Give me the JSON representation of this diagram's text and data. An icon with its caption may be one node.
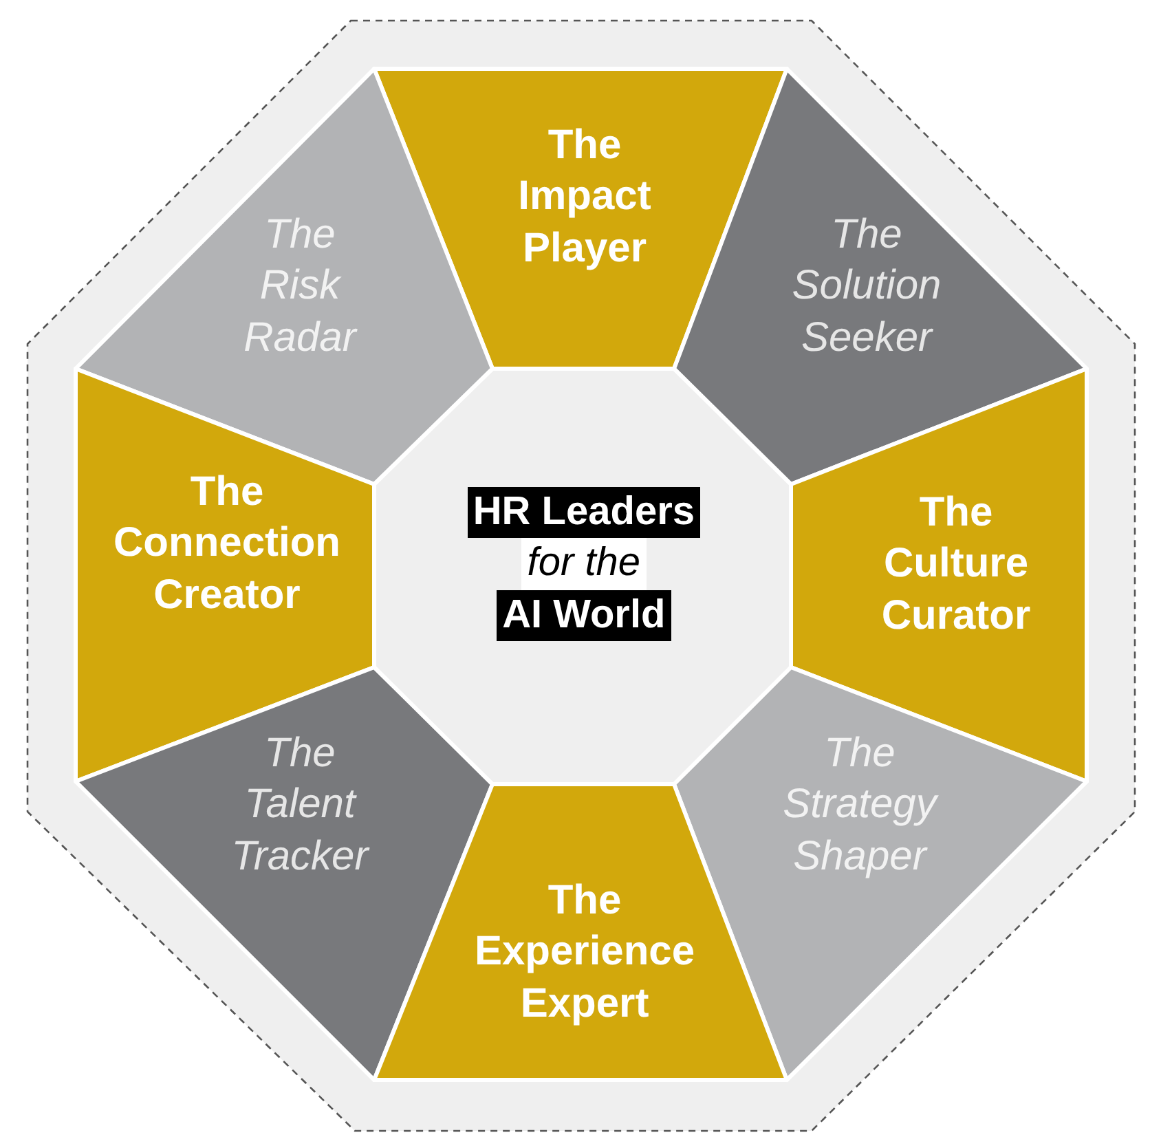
{
  "diagram": {
    "nodes": [
      {
        "text": [
          "The Impact Player"
        ]
      },
      {
        "text": [
          "The Risk Radar"
        ]
      },
      {
        "text": [
          "The Solution Seeker"
        ]
      },
      {
        "text": [
          "The Connection Creator"
        ]
      },
      {
        "text": [
          "HR Leaders",
          "for the",
          "AI World"
        ]
      },
      {
        "text": [
          "The Culture Curator"
        ]
      },
      {
        "text": [
          "The Talent Tracker"
        ]
      },
      {
        "text": [
          "The Strategy Shaper"
        ]
      },
      {
        "text": [
          "The Experience Expert"
        ]
      }
    ]
  }
}
